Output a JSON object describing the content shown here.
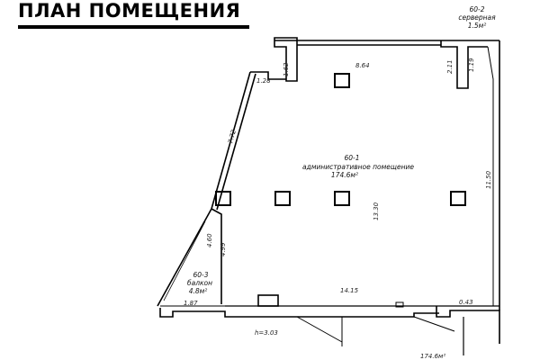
{
  "title": "ПЛАН ПОМЕЩЕНИЯ",
  "rooms": {
    "main": {
      "number": "60-1",
      "name": "административное помещение",
      "area": "174.6м²"
    },
    "server": {
      "number": "60-2",
      "name": "серверная",
      "area": "1.5м²"
    },
    "balcony": {
      "number": "60-3",
      "name": "балкон",
      "area": "4.8м²"
    }
  },
  "dimensions": {
    "top_wall": "8.64",
    "left_top": "1.28",
    "left_notch": "1.62",
    "diagonal": "7.72",
    "right_wall": "11.50",
    "center_depth": "13.30",
    "bottom_wall": "14.15",
    "balcony_left": "4.60",
    "balcony_right": "4.99",
    "bottom_left": "1.87",
    "bottom_right": "0.43",
    "server_a": "2.11",
    "server_b": "1.19"
  },
  "level_mark": "h=3.03",
  "bottom_area": "174.6м²"
}
